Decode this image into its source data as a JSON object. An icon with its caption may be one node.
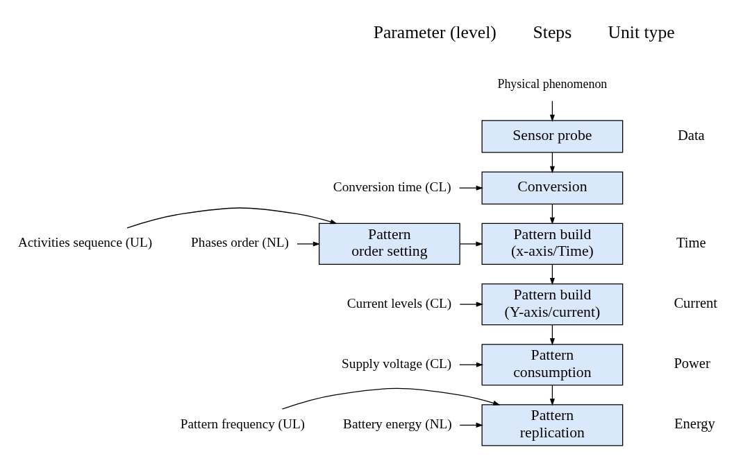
{
  "diagram": {
    "nodes": [
      {
        "text": [
          "Physical phenomenon"
        ]
      },
      {
        "text": [
          "Sensor probe"
        ]
      },
      {
        "text": [
          "Conversion time (CL)"
        ]
      },
      {
        "text": [
          "Conversion"
        ]
      },
      {
        "text": [
          "Activities sequence (UL)"
        ]
      },
      {
        "text": [
          "Phases order (NL)"
        ]
      },
      {
        "text": [
          "Pattern order setting"
        ]
      },
      {
        "text": [
          "Pattern build (x-axis/Time)"
        ]
      },
      {
        "text": [
          "Current levels (CL)"
        ]
      },
      {
        "text": [
          "Pattern build (Y-axis/current)"
        ]
      },
      {
        "text": [
          "Supply voltage (CL)"
        ]
      },
      {
        "text": [
          "Pattern consumption"
        ]
      },
      {
        "text": [
          "Pattern frequency (UL)"
        ]
      },
      {
        "text": [
          "Battery energy (NL)"
        ]
      },
      {
        "text": [
          "Pattern replication"
        ]
      }
    ],
    "edges": [
      {
        "from": 0,
        "to": 1,
        "arrow": "to"
      },
      {
        "from": 1,
        "to": 3,
        "arrow": "to"
      },
      {
        "from": 2,
        "to": 3,
        "arrow": "to"
      },
      {
        "from": 3,
        "to": 7,
        "arrow": "to"
      },
      {
        "from": 4,
        "to": 6,
        "arrow": "to"
      },
      {
        "from": 5,
        "to": 6,
        "arrow": "to"
      },
      {
        "from": 6,
        "to": 7,
        "arrow": "to"
      },
      {
        "from": 7,
        "to": 9,
        "arrow": "to"
      },
      {
        "from": 8,
        "to": 9,
        "arrow": "to"
      },
      {
        "from": 9,
        "to": 11,
        "arrow": "to"
      },
      {
        "from": 10,
        "to": 11,
        "arrow": "to"
      },
      {
        "from": 11,
        "to": 14,
        "arrow": "to"
      },
      {
        "from": 12,
        "to": 14,
        "arrow": "to"
      },
      {
        "from": 13,
        "to": 14,
        "arrow": "to"
      }
    ],
    "labels": [
      "Parameter (level)",
      "Steps",
      "Unit type",
      "Data",
      "Time",
      "Current",
      "Power",
      "Energy"
    ]
  }
}
